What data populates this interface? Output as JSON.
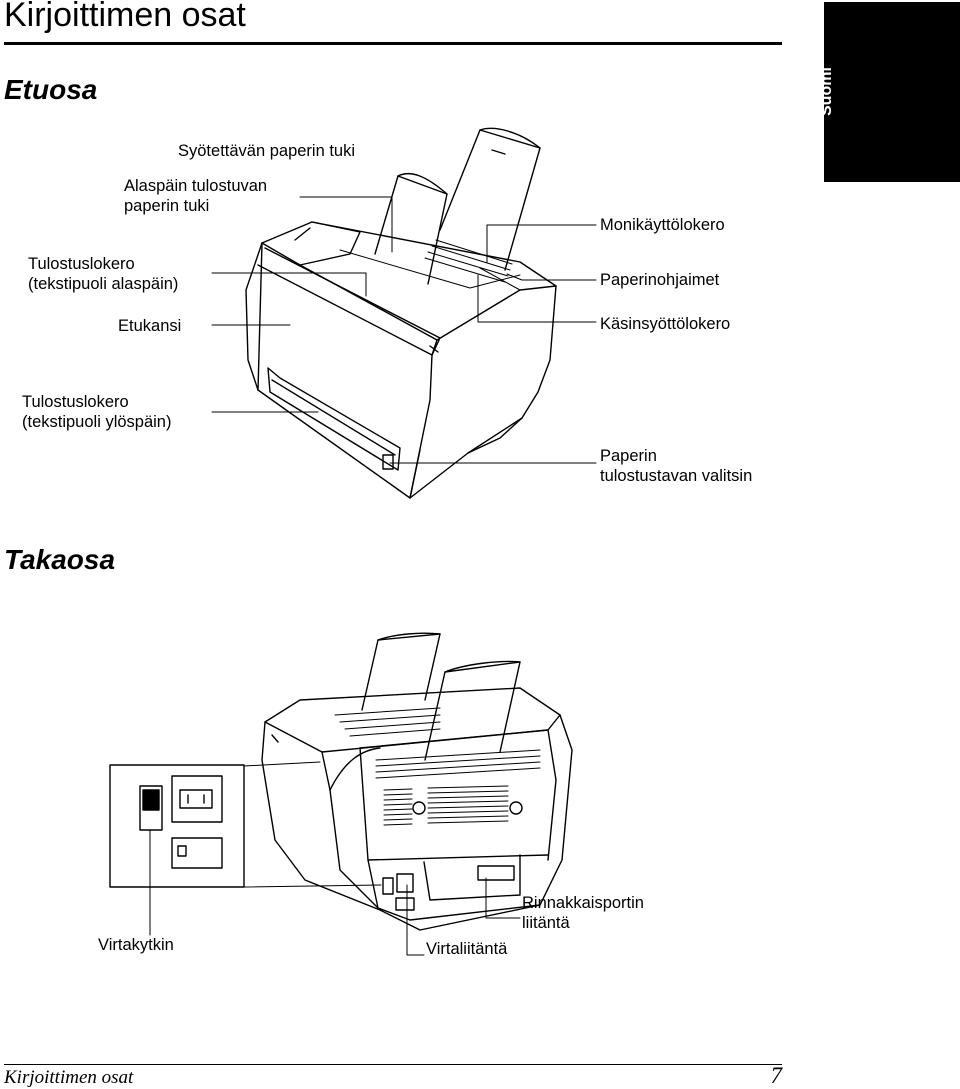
{
  "page": {
    "title": "Kirjoittimen osat",
    "side_tab": "Suomi",
    "footer_left": "Kirjoittimen osat",
    "page_number": "7"
  },
  "front": {
    "heading": "Etuosa",
    "labels": {
      "feed_support": "Syötettävän paperin tuki",
      "facedown_support": "Alaspäin tulostuvan\npaperin tuki",
      "output_facedown": "Tulostuslokero\n(tekstipuoli alaspäin)",
      "front_cover": "Etukansi",
      "multipurpose_tray": "Monikäyttölokero",
      "paper_guides": "Paperinohjaimet",
      "manual_feed": "Käsinsyöttölokero",
      "output_faceup": "Tulostuslokero\n(tekstipuoli ylöspäin)",
      "output_selector": "Paperin\ntulostustavan valitsin"
    }
  },
  "rear": {
    "heading": "Takaosa",
    "labels": {
      "power_switch": "Virtakytkin",
      "power_socket": "Virtaliitäntä",
      "parallel_port": "Rinnakkaisportin\nliitäntä"
    }
  }
}
